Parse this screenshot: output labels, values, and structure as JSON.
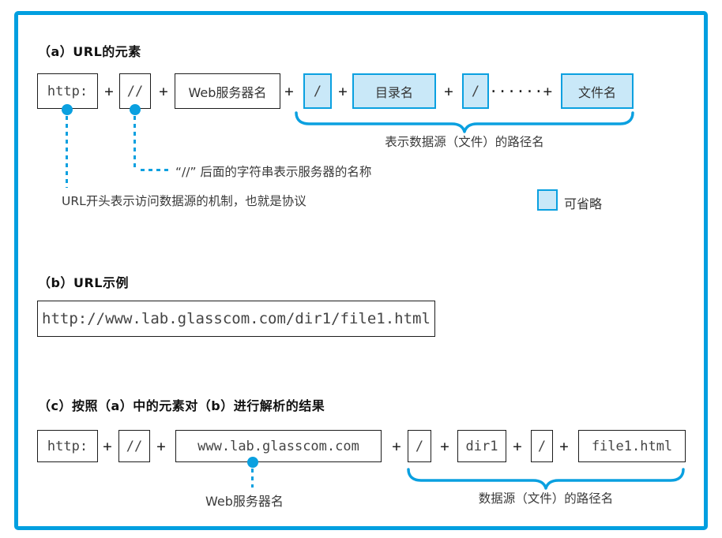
{
  "colors": {
    "accent_blue": "#0aa0e0",
    "frame_blue": "#009fe0",
    "optional_fill": "#c9e8f8",
    "box_border": "#1c1c1c"
  },
  "section_a": {
    "title": "（a）URL的元素",
    "boxes": [
      {
        "label": "http:",
        "optional": false
      },
      {
        "label": "//",
        "optional": false
      },
      {
        "label": "Web服务器名",
        "optional": false
      },
      {
        "label": "/",
        "optional": true
      },
      {
        "label": "目录名",
        "optional": true
      },
      {
        "label": "/",
        "optional": true
      },
      {
        "label": "文件名",
        "optional": true
      }
    ],
    "separators": [
      "+",
      "+",
      "+",
      "+",
      "+",
      "······+"
    ],
    "brace_label": "表示数据源（文件）的路径名",
    "annotation_server": "“//” 后面的字符串表示服务器的名称",
    "annotation_protocol": "URL开头表示访问数据源的机制，也就是协议",
    "legend": {
      "label": "可省略"
    }
  },
  "section_b": {
    "title": "（b）URL示例",
    "url": "http://www.lab.glasscom.com/dir1/file1.html"
  },
  "section_c": {
    "title": "（c）按照（a）中的元素对（b）进行解析的结果",
    "boxes": [
      {
        "label": "http:"
      },
      {
        "label": "//"
      },
      {
        "label": "www.lab.glasscom.com"
      },
      {
        "label": "/"
      },
      {
        "label": "dir1"
      },
      {
        "label": "/"
      },
      {
        "label": "file1.html"
      }
    ],
    "separators": [
      "+",
      "+",
      "+",
      "+",
      "+",
      "+"
    ],
    "server_label": "Web服务器名",
    "brace_label": "数据源（文件）的路径名"
  }
}
